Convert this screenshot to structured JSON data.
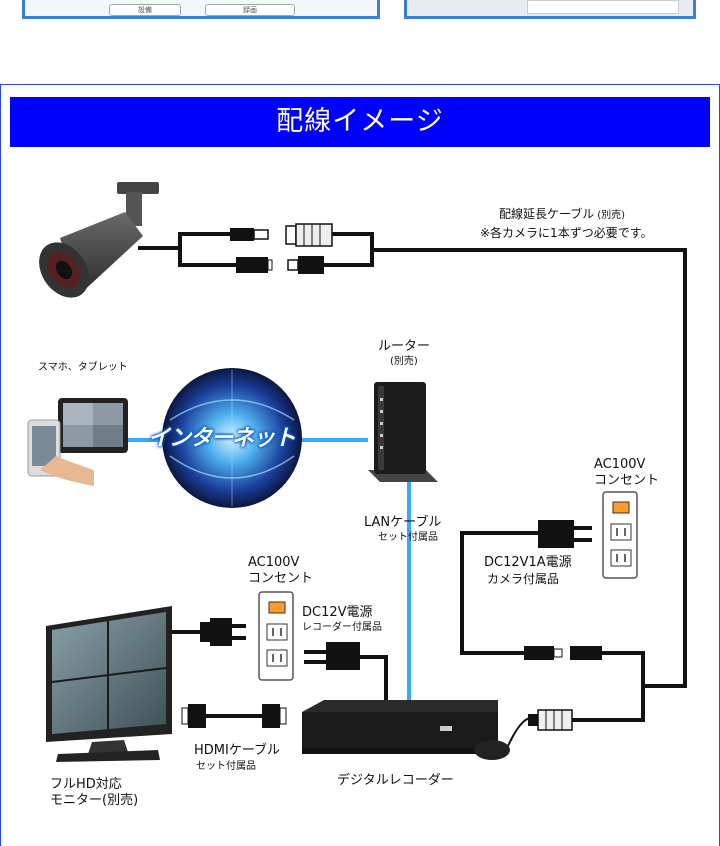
{
  "top_cards": {
    "left_buttons": [
      "設備",
      "録画"
    ]
  },
  "title": "配線イメージ",
  "labels": {
    "extension_cable": "配線延長ケーブル",
    "extension_cable_sold_sep": "(別売)",
    "extension_cable_note": "※各カメラに1本ずつ必要です。",
    "smartphone_tablet": "スマホ、タブレット",
    "internet": "インターネット",
    "router": "ルーター",
    "router_sold_sep": "(別売)",
    "lan_cable": "LANケーブル",
    "lan_cable_included": "セット付属品",
    "ac100v_right": "AC100V",
    "outlet_right": "コンセント",
    "dc12v1a": "DC12V1A電源",
    "dc12v1a_included": "カメラ付属品",
    "ac100v_left": "AC100V",
    "outlet_left": "コンセント",
    "dc12v": "DC12V電源",
    "dc12v_included": "レコーダー付属品",
    "hdmi_cable": "HDMIケーブル",
    "hdmi_included": "セット付属品",
    "fullhd_monitor": "フルHD対応",
    "monitor_sold_sep": "モニター(別売)",
    "digital_recorder": "デジタルレコーダー"
  },
  "colors": {
    "banner": "#0000ff",
    "frame_border": "#2a45ff",
    "lan_line": "#33aaff",
    "cable": "#111111",
    "outlet_indicator": "#ff9a2a"
  }
}
